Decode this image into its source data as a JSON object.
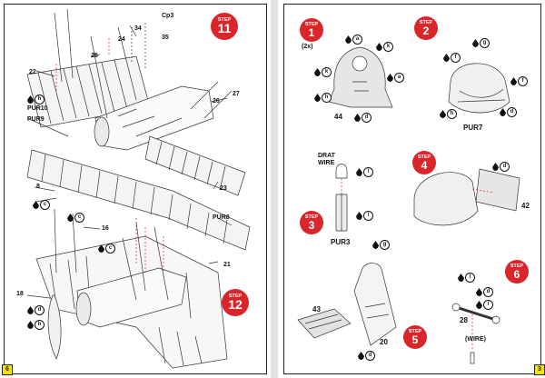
{
  "left_page": {
    "page_number": "6",
    "steps": [
      {
        "word": "STEP",
        "number": "11"
      },
      {
        "word": "STEP",
        "number": "12"
      }
    ],
    "callouts": {
      "c22": "22",
      "c25": "25",
      "c34": "34",
      "c24": "24",
      "c35": "35",
      "cp3": "Cp3",
      "c26": "26",
      "c27": "27",
      "c23": "23",
      "pur10": "PUR10",
      "pur9": "PUR9",
      "c8": "8",
      "c16": "16",
      "pur8": "PUR8",
      "c21": "21",
      "c18": "18"
    },
    "paints": [
      {
        "letter": "h"
      },
      {
        "letter": "c"
      },
      {
        "letter": "c"
      },
      {
        "letter": "c"
      },
      {
        "letter": "d"
      },
      {
        "letter": "h"
      }
    ]
  },
  "right_page": {
    "page_number": "3",
    "steps": [
      {
        "word": "STEP",
        "number": "1"
      },
      {
        "word": "STEP",
        "number": "2"
      },
      {
        "word": "STEP",
        "number": "3"
      },
      {
        "word": "STEP",
        "number": "4"
      },
      {
        "word": "STEP",
        "number": "5"
      },
      {
        "word": "STEP",
        "number": "6"
      }
    ],
    "qty": "(2x)",
    "callouts": {
      "c44": "44",
      "pur7": "PUR7",
      "drat": "DRAT",
      "wire": "WIRE",
      "pur3": "PUR3",
      "c42": "42",
      "c43": "43",
      "c20": "20",
      "c28": "28",
      "wire2": "(WIRE)"
    },
    "paints_step1": [
      {
        "letter": "a"
      },
      {
        "letter": "k"
      },
      {
        "letter": "k"
      },
      {
        "letter": "a"
      },
      {
        "letter": "h"
      },
      {
        "letter": "d"
      }
    ],
    "paints_step2": [
      {
        "letter": "g"
      },
      {
        "letter": "f"
      },
      {
        "letter": "f"
      },
      {
        "letter": "h"
      },
      {
        "letter": "d"
      }
    ],
    "paints_step3": [
      {
        "letter": "l"
      },
      {
        "letter": "l"
      },
      {
        "letter": "g"
      }
    ],
    "paints_step4": [
      {
        "letter": "d"
      }
    ],
    "paints_step5": [
      {
        "letter": "d"
      }
    ],
    "paints_step6": [
      {
        "letter": "l"
      },
      {
        "letter": "d"
      },
      {
        "letter": "l"
      }
    ]
  }
}
